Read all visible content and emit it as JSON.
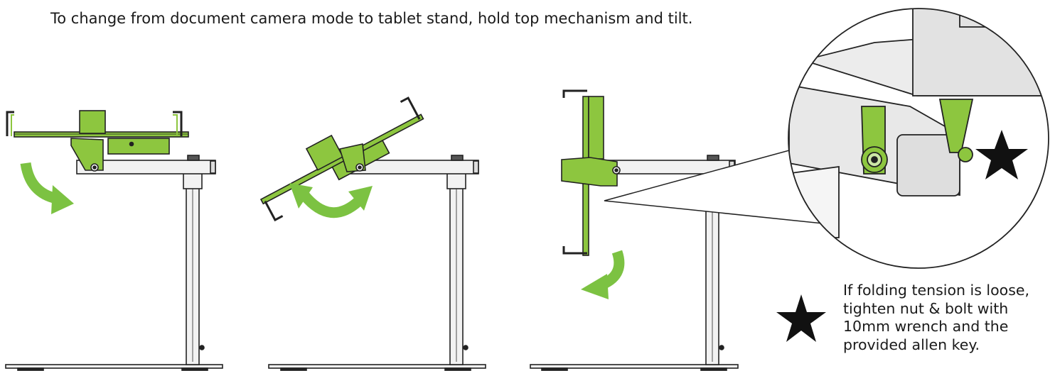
{
  "instruction": "To change from document camera mode to tablet stand, hold top mechanism and tilt.",
  "tension_note": {
    "lines": [
      "If folding tension is loose,",
      "tighten nut & bolt with",
      "10mm wrench and the",
      "provided allen key."
    ]
  },
  "colors": {
    "accent_green": "#8dc63f",
    "arrow_green": "#7cc242",
    "line": "#222222",
    "frame_fill": "#f2f2f2"
  },
  "icons": {
    "star": "star-icon",
    "arrow": "curved-arrow-icon"
  }
}
